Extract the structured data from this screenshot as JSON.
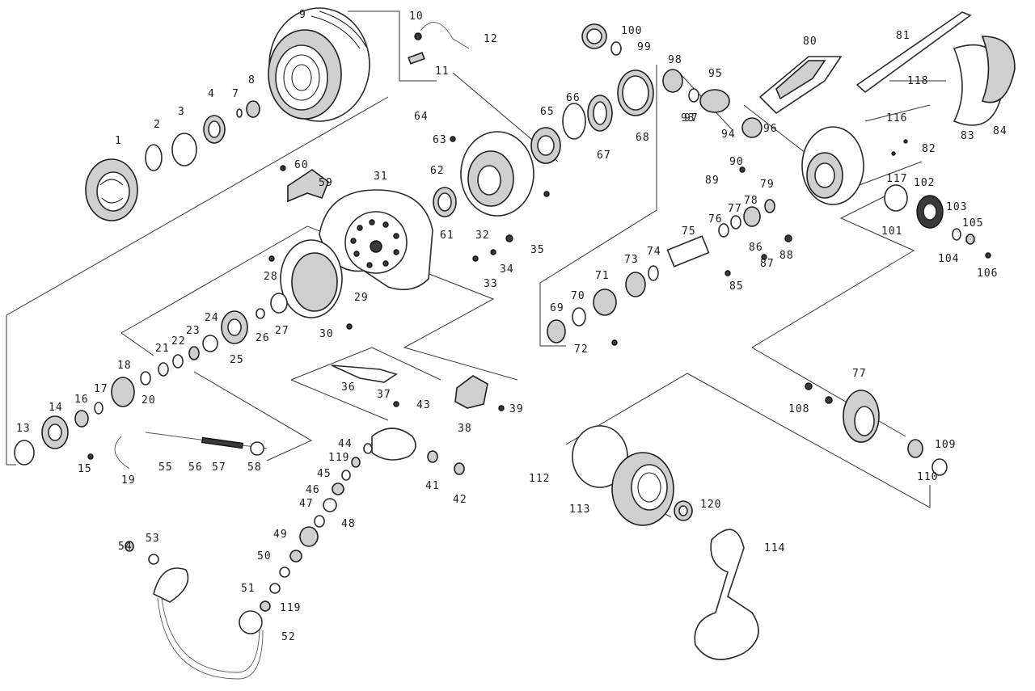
{
  "labels": [
    "1",
    "2",
    "3",
    "4",
    "7",
    "8",
    "9",
    "10",
    "11",
    "12",
    "13",
    "14",
    "15",
    "16",
    "17",
    "18",
    "19",
    "20",
    "21",
    "22",
    "23",
    "24",
    "25",
    "26",
    "27",
    "28",
    "29",
    "30",
    "31",
    "32",
    "33",
    "34",
    "35",
    "36",
    "37",
    "38",
    "39",
    "41",
    "42",
    "43",
    "44",
    "45",
    "46",
    "47",
    "48",
    "49",
    "50",
    "51",
    "52",
    "53",
    "54",
    "55",
    "56",
    "57",
    "58",
    "59",
    "60",
    "61",
    "62",
    "63",
    "64",
    "65",
    "66",
    "67",
    "68",
    "69",
    "70",
    "71",
    "72",
    "73",
    "74",
    "75",
    "76",
    "77",
    "78",
    "79",
    "80",
    "81",
    "82",
    "83",
    "84",
    "85",
    "86",
    "87",
    "88",
    "89",
    "90",
    "93",
    "94",
    "95",
    "96",
    "97",
    "98",
    "99",
    "100",
    "101",
    "102",
    "103",
    "104",
    "105",
    "106",
    "108",
    "109",
    "110",
    "112",
    "113",
    "114",
    "116",
    "117",
    "118",
    "119",
    "120"
  ],
  "colors": {
    "ink": "#1a1a1a",
    "background": "#ffffff",
    "part_fill": "#cfcfcf",
    "dark_fill": "#3a3a3a"
  }
}
